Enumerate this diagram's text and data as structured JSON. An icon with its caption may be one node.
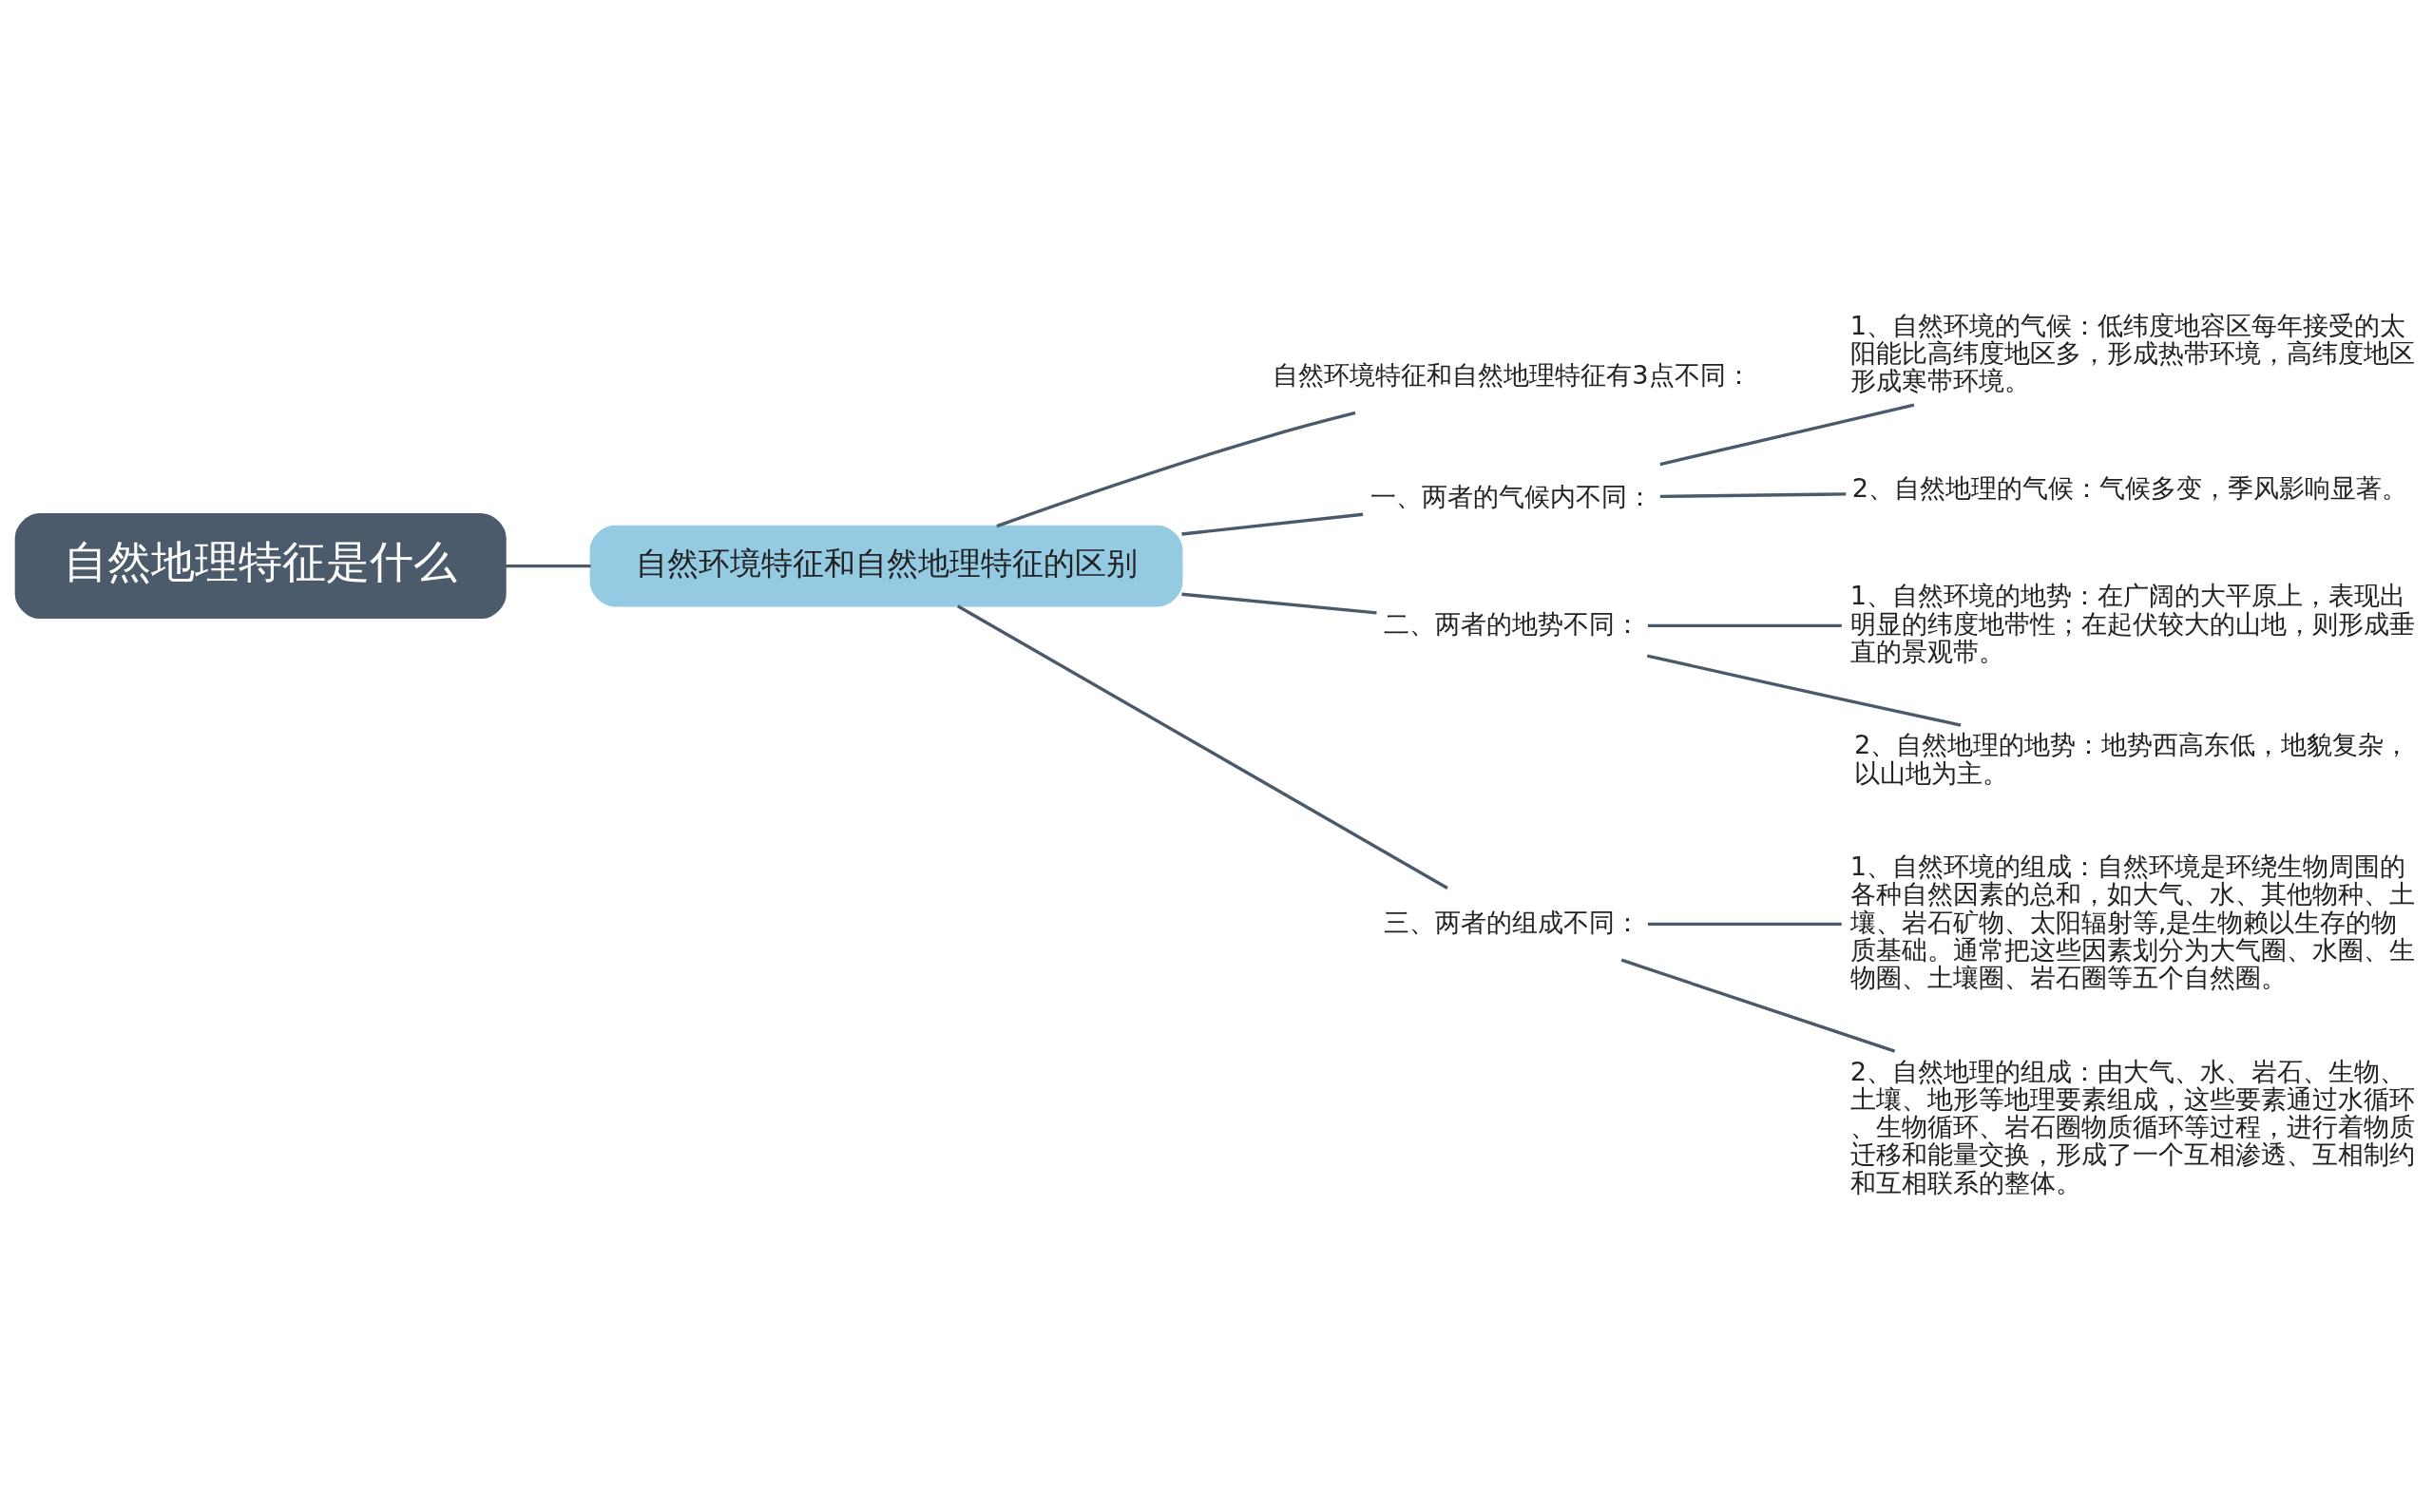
{
  "diagram": {
    "nodes": [
      {
        "text": [
          "自然地理特征是什么"
        ]
      },
      {
        "text": [
          "自然环境特征和自然地理特征的区别"
        ]
      },
      {
        "text": [
          "自然环境特征和自然地理特征有3点不同："
        ]
      },
      {
        "text": [
          "一、两者的气候内不同："
        ]
      },
      {
        "text": [
          "1、自然环境的气候：低纬度地容区每年接受的太阳能比高纬度地区多，形成热带环境，高纬度地区形成寒带环境。"
        ]
      },
      {
        "text": [
          "2、自然地理的气候：气候多变，季风影响显著。"
        ]
      },
      {
        "text": [
          "二、两者的地势不同："
        ]
      },
      {
        "text": [
          "1、自然环境的地势：在广阔的大平原上，表现出明显的纬度地带性；在起伏较大的山地，则形成垂直的景观带。"
        ]
      },
      {
        "text": [
          "2、自然地理的地势：地势西高东低，地貌复杂，以山地为主。"
        ]
      },
      {
        "text": [
          "三、两者的组成不同："
        ]
      },
      {
        "text": [
          "1、自然环境的组成：自然环境是环绕生物周围的各种自然因素的总和，如大气、水、其他物种、土壤、岩石矿物、太阳辐射等,是生物赖以生存的物质基础。通常把这些因素划分为大气圈、水圈、生物圈、土壤圈、岩石圈等五个自然圈。"
        ]
      },
      {
        "text": [
          "2、自然地理的组成：由大气、水、岩石、生物、土壤、地形等地理要素组成，这些要素通过水循环、生物循环、岩石圈物质循环等过程，进行着物质迁移和能量交换，形成了一个互相渗透、互相制约和互相联系的整体。"
        ]
      }
    ],
    "edges": [
      {
        "from": 0,
        "to": 1,
        "arrow": "none"
      },
      {
        "from": 1,
        "to": 2,
        "arrow": "none"
      },
      {
        "from": 1,
        "to": 3,
        "arrow": "none"
      },
      {
        "from": 1,
        "to": 6,
        "arrow": "none"
      },
      {
        "from": 1,
        "to": 9,
        "arrow": "none"
      },
      {
        "from": 3,
        "to": 4,
        "arrow": "none"
      },
      {
        "from": 3,
        "to": 5,
        "arrow": "none"
      },
      {
        "from": 6,
        "to": 7,
        "arrow": "none"
      },
      {
        "from": 6,
        "to": 8,
        "arrow": "none"
      },
      {
        "from": 9,
        "to": 10,
        "arrow": "none"
      },
      {
        "from": 9,
        "to": 11,
        "arrow": "none"
      }
    ]
  }
}
